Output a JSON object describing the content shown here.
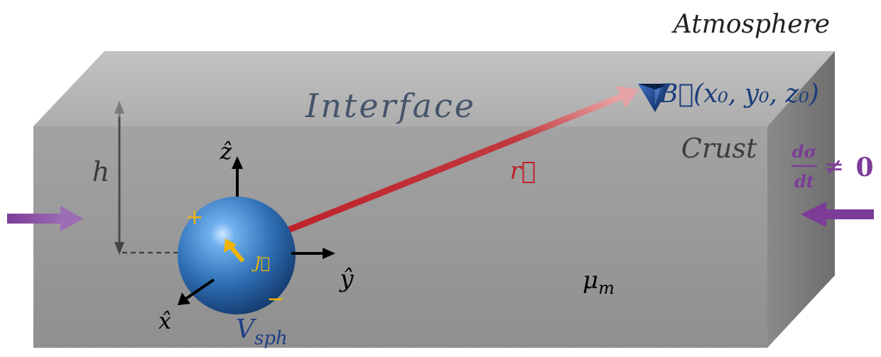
{
  "labels": {
    "atmosphere": "Atmosphere",
    "interface": "Interface",
    "crust": "Crust",
    "h": "h",
    "z_axis": "ẑ",
    "y_axis": "ŷ",
    "x_axis": "x̂",
    "r_vector": "r⃗",
    "j_vector": "J⃗",
    "plus_sign": "+",
    "minus_sign": "−",
    "mu_base": "μ",
    "mu_sub": "m",
    "v_base": "V",
    "v_sub": "sph",
    "b_field": "B⃗(x₀, y₀, z₀)",
    "stress_numerator": "dσ",
    "stress_denominator": "dt",
    "stress_ne": "≠",
    "stress_zero": "0"
  },
  "colors": {
    "box_front": "#9a9a9a",
    "box_top": "#b5b5b5",
    "box_side": "#7d7d7d",
    "interface_text": "#44546a",
    "atmosphere_text": "#222222",
    "r_vector": "#c0202a",
    "j_vector": "#f0b400",
    "sphere": "#2e6fb5",
    "v_sph_text": "#1f3f86",
    "compression_arrows": "#7d3c98",
    "sensor": "#1a3d7a"
  }
}
